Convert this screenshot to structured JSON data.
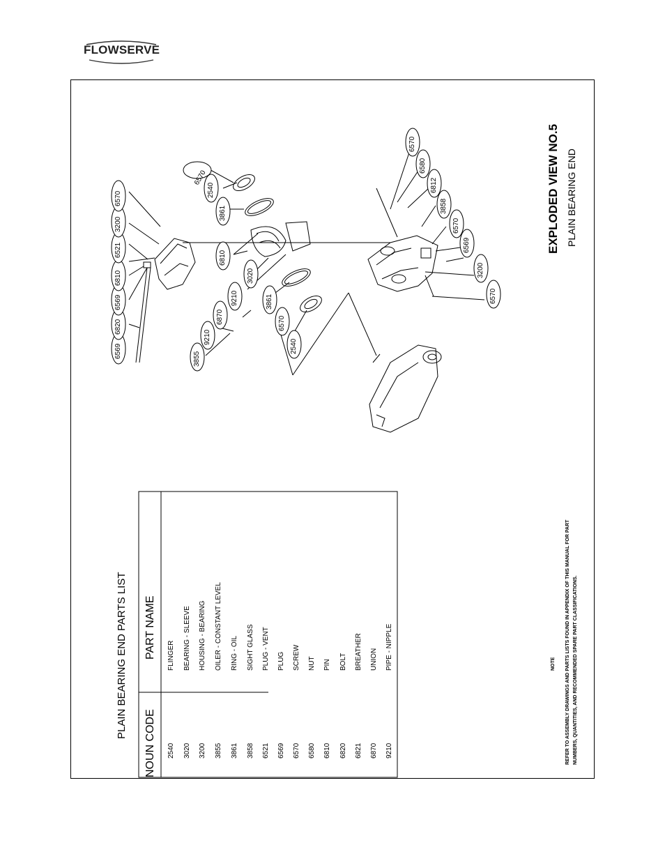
{
  "header": {
    "logo_text": "FLOWSERVE"
  },
  "drawing": {
    "title": "EXPLODED VIEW NO.5",
    "subtitle": "PLAIN BEARING END",
    "callouts": [
      {
        "id": "c-6569-a",
        "label": "6569"
      },
      {
        "id": "c-6820",
        "label": "6820"
      },
      {
        "id": "c-6569-b",
        "label": "6569"
      },
      {
        "id": "c-6810-a",
        "label": "6810"
      },
      {
        "id": "c-6521",
        "label": "6521"
      },
      {
        "id": "c-3200-a",
        "label": "3200"
      },
      {
        "id": "c-6570-a",
        "label": "6570"
      },
      {
        "id": "c-6570-b",
        "label": "6570"
      },
      {
        "id": "c-2540-a",
        "label": "2540"
      },
      {
        "id": "c-3861-a",
        "label": "3861"
      },
      {
        "id": "c-6810-b",
        "label": "6810"
      },
      {
        "id": "c-3020",
        "label": "3020"
      },
      {
        "id": "c-9210-a",
        "label": "9210"
      },
      {
        "id": "c-3861-b",
        "label": "3861"
      },
      {
        "id": "c-6870",
        "label": "6870"
      },
      {
        "id": "c-9210-b",
        "label": "9210"
      },
      {
        "id": "c-3855",
        "label": "3855"
      },
      {
        "id": "c-6570-c",
        "label": "6570"
      },
      {
        "id": "c-2540-b",
        "label": "2540"
      },
      {
        "id": "c-6570-d",
        "label": "6570"
      },
      {
        "id": "c-6580",
        "label": "6580"
      },
      {
        "id": "c-6812",
        "label": "6812"
      },
      {
        "id": "c-3858",
        "label": "3858"
      },
      {
        "id": "c-6570-e",
        "label": "6570"
      },
      {
        "id": "c-6569-c",
        "label": "6569"
      },
      {
        "id": "c-3200-b",
        "label": "3200"
      },
      {
        "id": "c-6570-f",
        "label": "6570"
      }
    ]
  },
  "parts_list": {
    "title": "PLAIN BEARING END PARTS LIST",
    "col_code": "NOUN CODE",
    "col_name": "PART NAME",
    "rows": [
      {
        "code": "2540",
        "name": "FLINGER"
      },
      {
        "code": "3020",
        "name": "BEARING - SLEEVE"
      },
      {
        "code": "3200",
        "name": "HOUSING - BEARING"
      },
      {
        "code": "3855",
        "name": "OILER - CONSTANT LEVEL"
      },
      {
        "code": "3861",
        "name": "RING - OIL"
      },
      {
        "code": "3858",
        "name": "SIGHT GLASS"
      },
      {
        "code": "6521",
        "name": "PLUG - VENT"
      },
      {
        "code": "6569",
        "name": "PLUG"
      },
      {
        "code": "6570",
        "name": "SCREW"
      },
      {
        "code": "6580",
        "name": "NUT"
      },
      {
        "code": "6810",
        "name": "PIN"
      },
      {
        "code": "6820",
        "name": "BOLT"
      },
      {
        "code": "6821",
        "name": "BREATHER"
      },
      {
        "code": "6870",
        "name": "UNION"
      },
      {
        "code": "9210",
        "name": "PIPE - NIPPLE"
      }
    ]
  },
  "note": {
    "heading": "NOTE",
    "line1": "REFER TO ASSEMBLY DRAWINGS AND PARTS LISTS FOUND IN APPENDIX OF THIS MANUAL FOR PART",
    "line2": "NUMBERS, QUANTITIES, AND RECOMMENDED SPARE PART CLASSIFICATIONS."
  }
}
